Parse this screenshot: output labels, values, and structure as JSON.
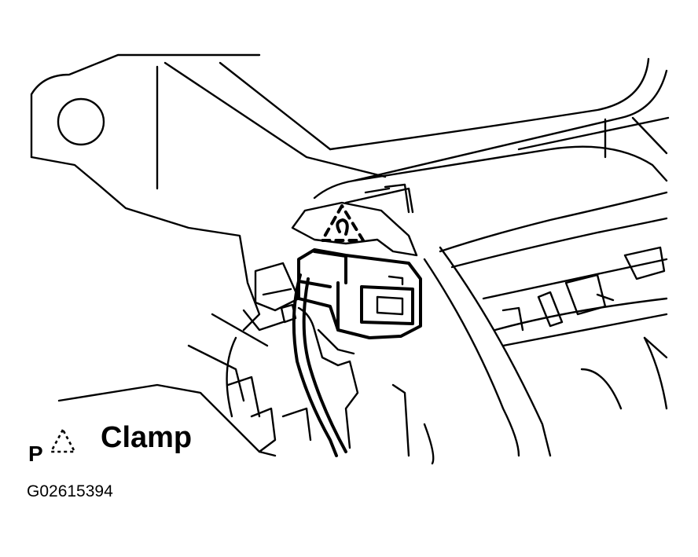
{
  "legend": {
    "prefix": "P",
    "symbol_icon": "dashed-triangle-icon",
    "label": "Clamp"
  },
  "figure_id": "G02615394",
  "colors": {
    "ink": "#000000",
    "paper": "#ffffff"
  }
}
